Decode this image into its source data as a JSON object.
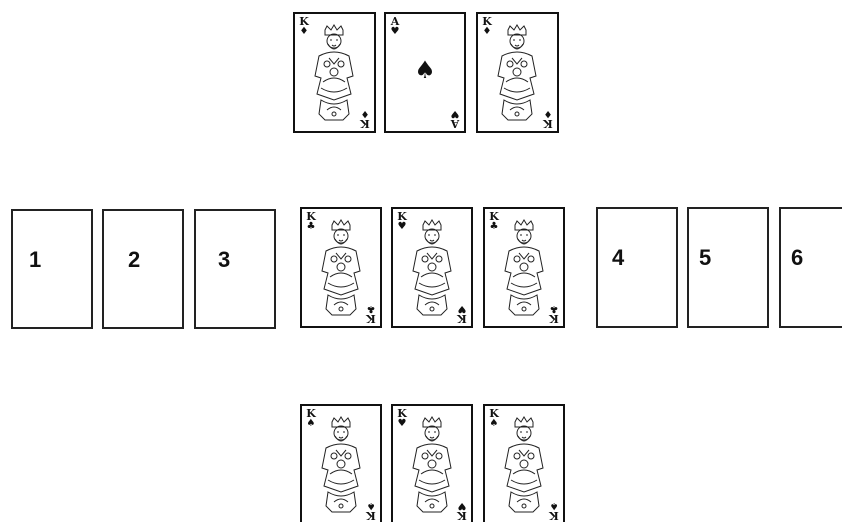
{
  "top_row": [
    {
      "rank": "K",
      "suit": "♦",
      "suit_name": "diamonds",
      "face": "king"
    },
    {
      "rank": "A",
      "suit": "♥",
      "suit_name": "hearts",
      "face": "ace",
      "center": "♠"
    },
    {
      "rank": "K",
      "suit": "♦",
      "suit_name": "diamonds",
      "face": "king"
    }
  ],
  "middle_slots_left": [
    "1",
    "2",
    "3"
  ],
  "middle_cards": [
    {
      "rank": "K",
      "suit": "♣",
      "suit_name": "clubs",
      "face": "king"
    },
    {
      "rank": "K",
      "suit": "♥",
      "suit_name": "hearts",
      "face": "king"
    },
    {
      "rank": "K",
      "suit": "♣",
      "suit_name": "clubs",
      "face": "king"
    }
  ],
  "middle_slots_right": [
    "4",
    "5",
    "6"
  ],
  "bottom_row": [
    {
      "rank": "K",
      "suit": "♠",
      "suit_name": "spades",
      "face": "king"
    },
    {
      "rank": "K",
      "suit": "♥",
      "suit_name": "hearts",
      "face": "king"
    },
    {
      "rank": "K",
      "suit": "♠",
      "suit_name": "spades",
      "face": "king"
    }
  ]
}
